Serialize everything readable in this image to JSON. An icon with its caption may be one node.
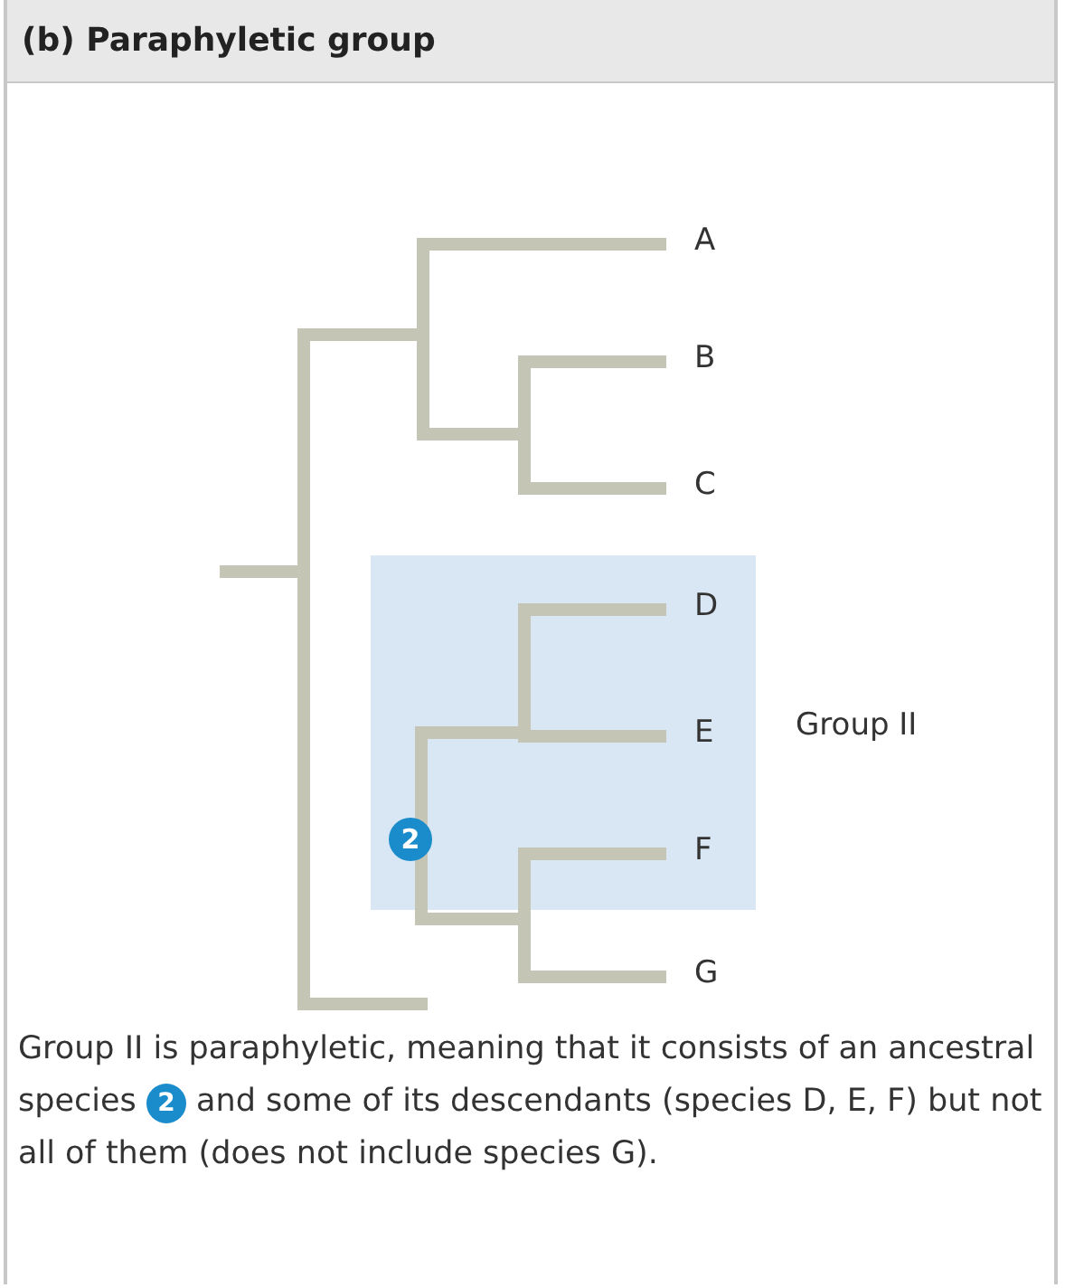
{
  "diagram": {
    "nodes": [
      {
        "text": [
          "(b) Paraphyletic group"
        ]
      },
      {
        "text": [],
        "shape": "box",
        "beside": [
          "Group II"
        ]
      },
      {
        "text": [
          "2"
        ],
        "in": 1
      },
      {
        "text": [
          "2"
        ]
      }
    ],
    "labels": [
      "A",
      "B",
      "C",
      "D",
      "E",
      "F",
      "G",
      "Group II is paraphyletic, meaning that it consists of an ancestral species",
      "and some of its descendants (species D, E, F) but not all of them (does not include species G)."
    ]
  }
}
